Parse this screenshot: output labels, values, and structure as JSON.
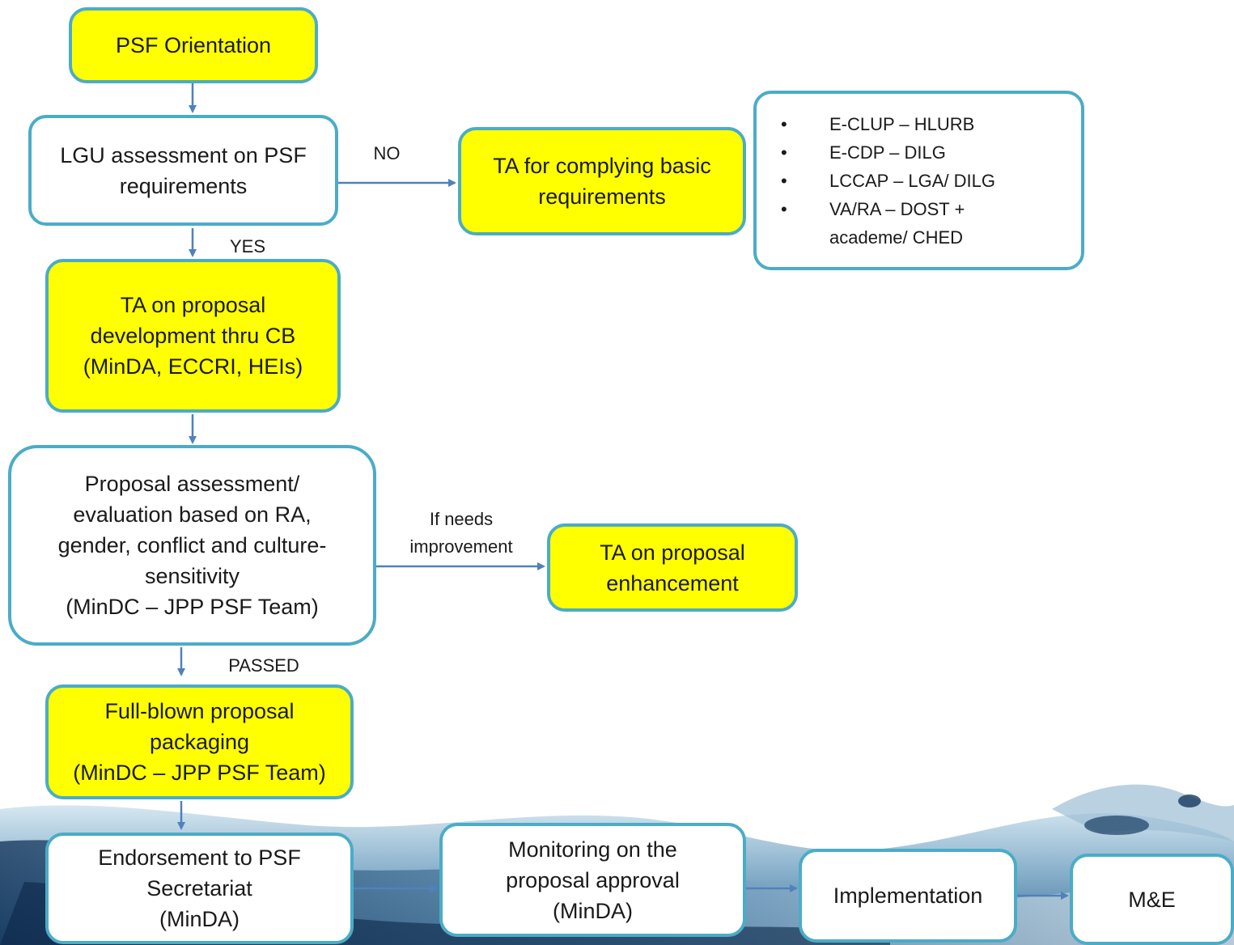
{
  "nodes": {
    "psf_orientation": "PSF Orientation",
    "lgu_assessment": "LGU assessment on PSF\nrequirements",
    "ta_basic": "TA for complying basic\nrequirements",
    "requirements_list": [
      "E-CLUP – HLURB",
      "E-CDP – DILG",
      "LCCAP – LGA/ DILG",
      "VA/RA – DOST +\nacademe/ CHED"
    ],
    "ta_proposal_dev": "TA on proposal\ndevelopment thru CB\n(MinDA, ECCRI, HEIs)",
    "proposal_assessment": "Proposal assessment/\nevaluation based on RA,\ngender, conflict and culture-\nsensitivity\n(MinDC – JPP PSF Team)",
    "ta_enhancement": "TA on proposal\nenhancement",
    "full_blown": "Full-blown proposal\npackaging\n(MinDC – JPP PSF Team)",
    "endorsement": "Endorsement to PSF\nSecretariat\n(MinDA)",
    "monitoring": "Monitoring on the\nproposal approval\n(MinDA)",
    "implementation": "Implementation",
    "me": "M&E"
  },
  "edge_labels": {
    "no": "NO",
    "yes": "YES",
    "if_needs": "If needs\nimprovement",
    "passed": "PASSED"
  },
  "colors": {
    "border": "#4bacc6",
    "highlight": "#ffff00",
    "arrow": "#4f81bd"
  }
}
